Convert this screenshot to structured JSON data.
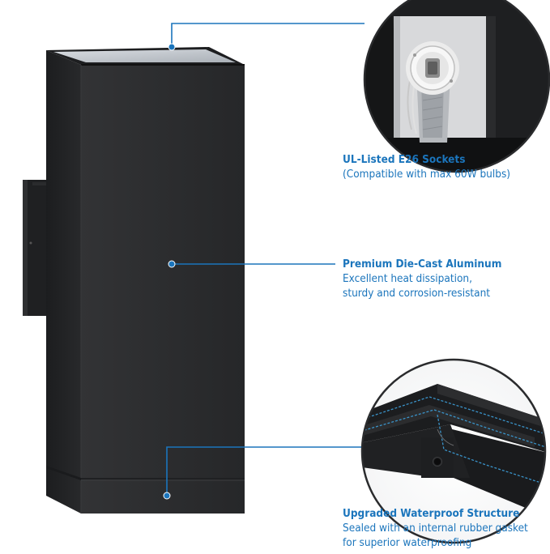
{
  "features": [
    {
      "title": "UL-Listed E26 Sockets",
      "desc": [
        "(Compatible with max 60W bulbs)"
      ]
    },
    {
      "title": "Premium Die-Cast Aluminum",
      "desc": [
        "Excellent heat dissipation,",
        "sturdy and corrosion-resistant"
      ]
    },
    {
      "title": "Upgraded Waterproof Structure",
      "desc": [
        "Sealed with an internal rubber gasket",
        "for superior waterproofing"
      ]
    }
  ],
  "colors": {
    "accent": "#1b75bc",
    "fixture": "#2b2c2e",
    "gasket": "#3a93c9"
  },
  "icons": [
    "socket-closeup",
    "gasket-closeup",
    "callout-dot"
  ]
}
